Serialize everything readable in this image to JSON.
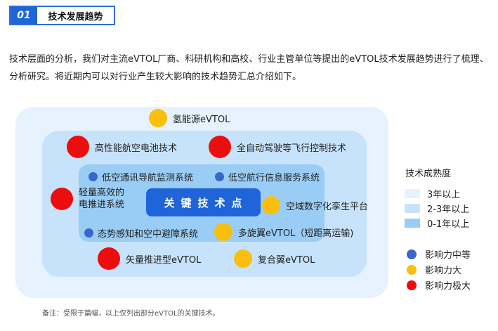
{
  "header": {
    "number": "01",
    "title": "技术发展趋势"
  },
  "intro": "技术层面的分析，我们对主流eVTOL厂商、科研机构和高校、行业主管单位等提出的eVTOL技术发展趋势进行了梳理、分析研究。将近期内可以对行业产生较大影响的技术趋势汇总介绍如下。",
  "diagram": {
    "center_label": "关键技术点",
    "items": [
      {
        "label": "氢能源eVTOL",
        "impact": "large"
      },
      {
        "label": "高性能航空电池技术",
        "impact": "huge"
      },
      {
        "label": "全自动驾驶等飞行控制技术",
        "impact": "huge"
      },
      {
        "label": "低空通讯导航监测系统",
        "impact": "medium"
      },
      {
        "label": "低空航行信息服务系统",
        "impact": "medium"
      },
      {
        "label_line1": "轻量高效的",
        "label_line2": "电推进系统",
        "impact": "huge"
      },
      {
        "label": "空域数字化孪生平台",
        "impact": "large"
      },
      {
        "label": "态势感知和空中避障系统",
        "impact": "medium"
      },
      {
        "label": "多旋翼eVTOL（短距离运输)",
        "impact": "large"
      },
      {
        "label": "矢量推进型eVTOL",
        "impact": "huge"
      },
      {
        "label": "复合翼eVTOL",
        "impact": "large"
      }
    ]
  },
  "legend": {
    "maturity_title": "技术成熟度",
    "maturity": [
      {
        "label": "3年以上",
        "color": "#e6f2fd"
      },
      {
        "label": "2-3年以上",
        "color": "#c7e3fb"
      },
      {
        "label": "0-1年以上",
        "color": "#9acdf6"
      }
    ],
    "impact": [
      {
        "label": "影响力中等",
        "color": "#3768c9"
      },
      {
        "label": "影响力大",
        "color": "#f9bf0d"
      },
      {
        "label": "影响力极大",
        "color": "#ee0d0d"
      }
    ]
  },
  "note": "备注：受限于篇幅，以上仅列出部分eVTOL的关键技术。"
}
